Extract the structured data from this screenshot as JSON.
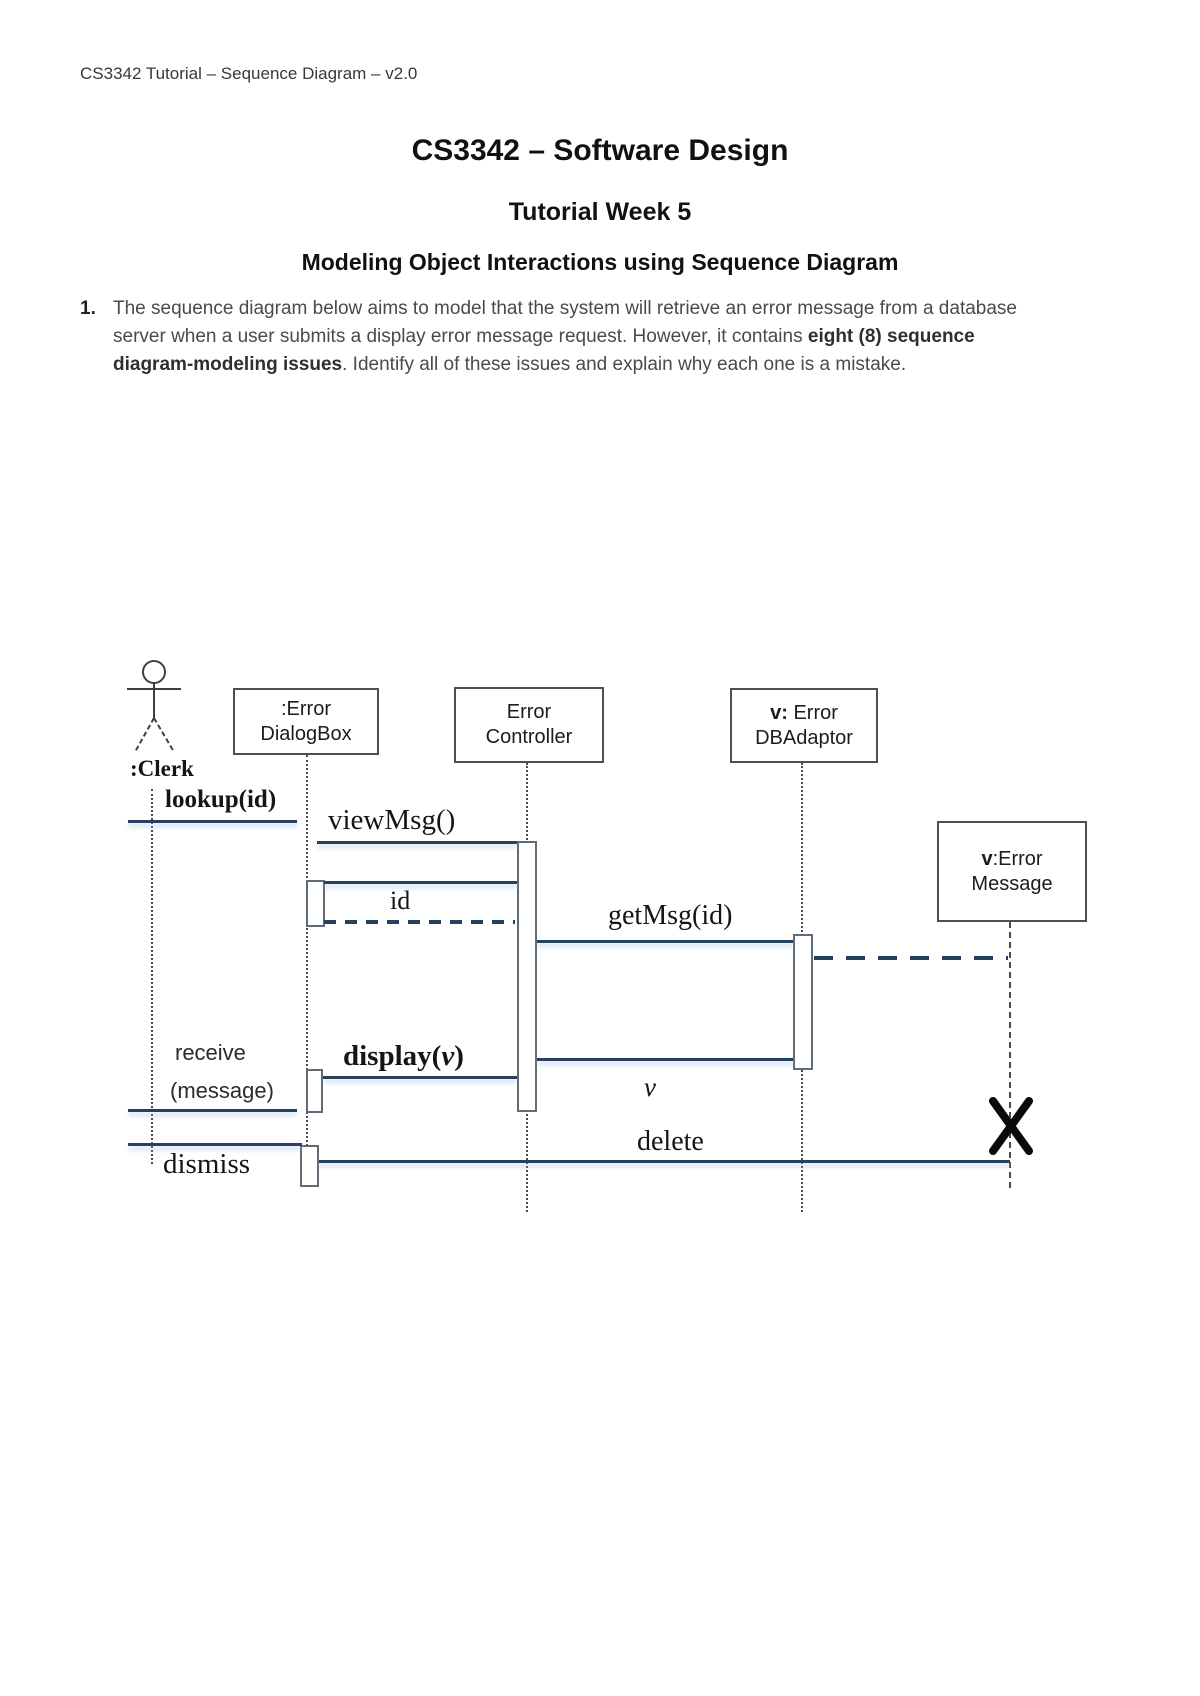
{
  "page": {
    "header": "CS3342 Tutorial – Sequence Diagram – v2.0",
    "title": "CS3342 – Software Design",
    "subtitle": "Tutorial Week 5",
    "section_heading": "Modeling Object Interactions using Sequence Diagram",
    "question": {
      "number": "1.",
      "text_before": "The sequence diagram below aims to model that the system will retrieve an error message from a database server when a user submits a display error message request. However, it contains ",
      "text_bold": "eight (8) sequence diagram-modeling issues",
      "text_after": ". Identify all of these issues and explain why each one is a mistake."
    }
  },
  "diagram": {
    "actor": {
      "label": ":Clerk",
      "icon": "stick-figure-actor"
    },
    "objects": {
      "dialogbox": {
        "line1": ":Error",
        "line2": "DialogBox"
      },
      "controller": {
        "line1": "Error",
        "line2": "Controller"
      },
      "dbadaptor": {
        "line1_bold": "v:",
        "line1_rest": " Error",
        "line2": "DBAdaptor"
      },
      "message": {
        "line1_bold": "v",
        "line1_rest": ":Error",
        "line2": "Message"
      }
    },
    "messages": {
      "lookup": "lookup(id)",
      "viewmsg": "viewMsg()",
      "id_return": "id",
      "getmsg": "getMsg(id)",
      "receive_line1": "receive",
      "receive_line2": "(message)",
      "display_pre": "display(",
      "display_v": "v",
      "display_post": ")",
      "v_return": "v",
      "delete": "delete",
      "dismiss": "dismiss"
    },
    "icons": {
      "destroy": "destroy-x"
    },
    "colors": {
      "message_line": "#26415e",
      "line_glow": "#9dbde2",
      "box_border": "#4f4f4f",
      "lifeline": "#4b4b4b"
    }
  }
}
